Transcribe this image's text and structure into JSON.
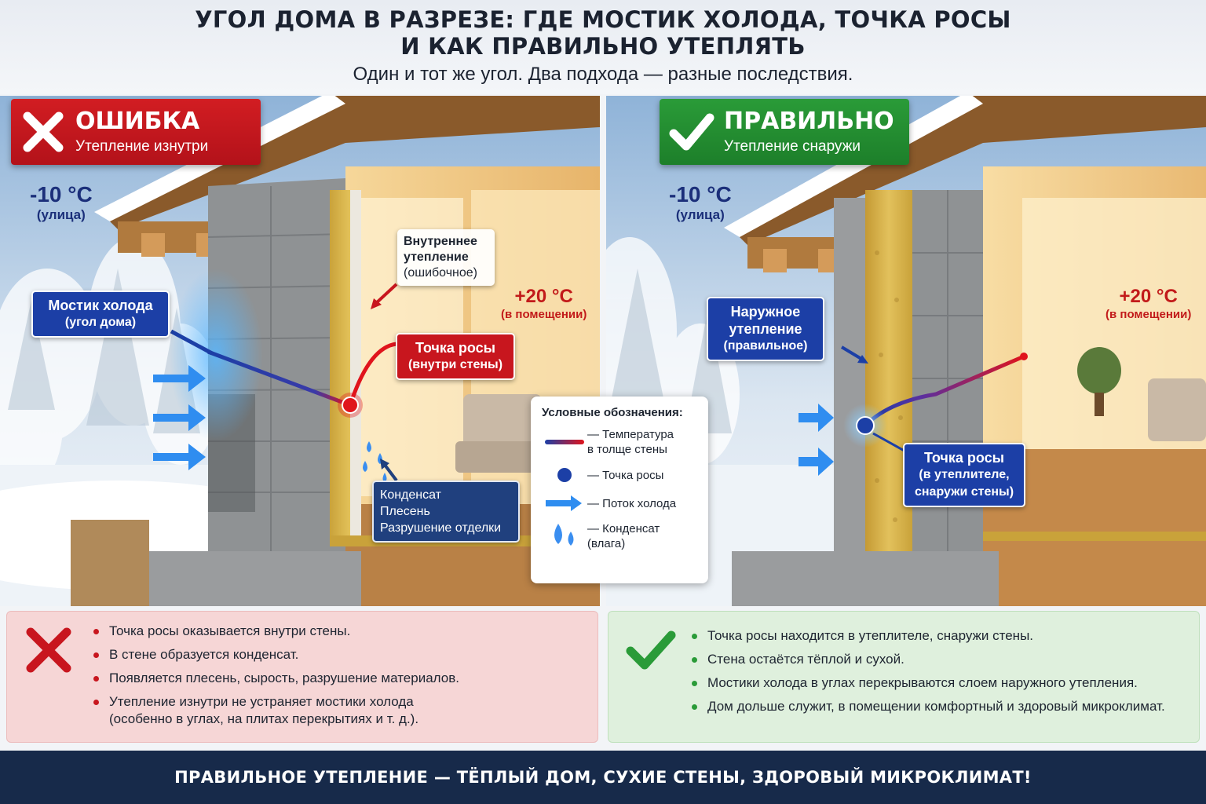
{
  "header": {
    "title_line1": "УГОЛ ДОМА В РАЗРЕЗЕ: ГДЕ МОСТИК ХОЛОДА, ТОЧКА РОСЫ",
    "title_line2": "И КАК ПРАВИЛЬНО УТЕПЛЯТЬ",
    "subtitle": "Один и тот же угол. Два подхода — разные последствия."
  },
  "left_panel": {
    "badge_title": "ОШИБКА",
    "badge_sub": "Утепление изнутри",
    "temp_out": "-10 °C",
    "temp_out_sub": "(улица)",
    "temp_in": "+20 °C",
    "temp_in_sub": "(в помещении)",
    "cold_bridge_1": "Мостик холода",
    "cold_bridge_2": "(угол дома)",
    "inner_ins_1": "Внутреннее",
    "inner_ins_2": "утепление",
    "inner_ins_3": "(ошибочное)",
    "dew_1": "Точка росы",
    "dew_2": "(внутри стены)",
    "cons_1": "Конденсат",
    "cons_2": "Плесень",
    "cons_3": "Разрушение отделки"
  },
  "right_panel": {
    "badge_title": "ПРАВИЛЬНО",
    "badge_sub": "Утепление снаружи",
    "temp_out": "-10 °C",
    "temp_out_sub": "(улица)",
    "temp_in": "+20 °C",
    "temp_in_sub": "(в помещении)",
    "outer_ins_1": "Наружное",
    "outer_ins_2": "утепление",
    "outer_ins_3": "(правильное)",
    "dew_1": "Точка росы",
    "dew_2": "(в утеплителе,",
    "dew_3": "снаружи стены)"
  },
  "legend": {
    "title": "Условные обозначения:",
    "temp_1": "— Температура",
    "temp_2": "в толще стены",
    "dew": "— Точка росы",
    "cold": "— Поток холода",
    "cond_1": "— Конденсат",
    "cond_2": "(влага)"
  },
  "bottom_wrong": {
    "items": [
      "Точка росы оказывается внутри стены.",
      "В стене образуется конденсат.",
      "Появляется плесень, сырость, разрушение материалов."
    ],
    "item4_line1": "Утепление изнутри не устраняет мостики холода",
    "item4_line2": "(особенно в углах, на плитах перекрытиях и т. д.)."
  },
  "bottom_right": {
    "items": [
      "Точка росы находится в утеплителе, снаружи стены.",
      "Стена остаётся тёплой и сухой.",
      "Мостики холода в углах перекрываются слоем наружного утепления.",
      "Дом дольше служит, в помещении комфортный и здоровый микроклимат."
    ]
  },
  "footer": {
    "text": "ПРАВИЛЬНОЕ УТЕПЛЕНИЕ — ТЁПЛЫЙ ДОМ, СУХИЕ СТЕНЫ, ЗДОРОВЫЙ МИКРОКЛИМАТ!"
  },
  "colors": {
    "wrong": "#c8161e",
    "right": "#2a9b38",
    "cold": "#1c3fa6",
    "footer": "#172a4a"
  }
}
